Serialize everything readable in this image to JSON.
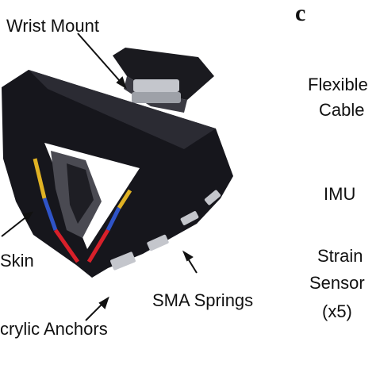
{
  "panel_letter": "c",
  "left_labels": {
    "wrist_mount": "Wrist Mount",
    "skin": "Skin",
    "sma_springs": "SMA Springs",
    "acrylic_anchors": "crylic Anchors"
  },
  "right_labels": {
    "flexible": "Flexible",
    "cable": "Cable",
    "imu": "IMU",
    "strain": "Strain",
    "sensor": "Sensor",
    "x5": "(x5)"
  },
  "colors": {
    "body": "#16161c",
    "edge": "#2b2b33",
    "accent_red": "#d8202a",
    "accent_blue": "#2f54c8",
    "accent_yellow": "#e0b224",
    "bracket": "#c4c6cc"
  },
  "icons": {
    "arrow": "arrow-icon"
  }
}
